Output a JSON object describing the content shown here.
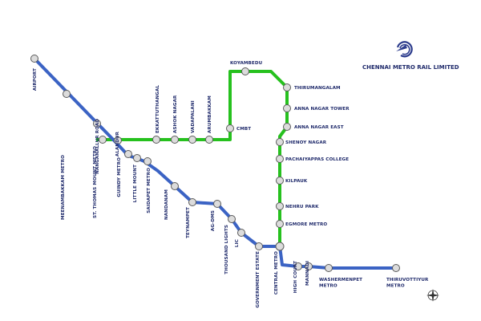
{
  "brand": {
    "title": "CHENNAI METRO RAIL LIMITED",
    "logo": "cmrl-logo",
    "compass": "compass-icon"
  },
  "colors": {
    "blue_line": "#3b63c4",
    "green_line": "#26c11e",
    "station_fill": "#dcdcdc",
    "station_stroke": "#5a5a5a",
    "label": "#1f2a6b",
    "logo": "#2b3b8c"
  },
  "stations": {
    "airport": "AIRPORT",
    "meenambakkam": "MEENAMBAKKAM METRO",
    "nanganallur": "NANGANALLUR ROAD",
    "alandur": "ALANDUR",
    "stmount": "ST. THOMAS MOUNT METRO",
    "guindy": "GUINDY METRO",
    "littlemount": "LITTLE MOUNT",
    "saidapet": "SAIDAPET METRO",
    "nandanam": "NANDANAM",
    "teynampet": "TEYNAMPET",
    "agdms": "AG-DMS",
    "thousandlights": "THOUSAND LIGHTS",
    "lic": "LIC",
    "govtestate": "GOVERNMENT ESTATE",
    "central": "CENTRAL METRO",
    "highcourt": "HIGH COURT",
    "mannadi": "MANNADI",
    "washermenpet": "WASHERMENPET METRO",
    "thiruvottiyur": "THIRUVOTTIYUR METRO",
    "ekkattuthangal": "EKKATTUTHANGAL",
    "ashoknagar": "ASHOK NAGAR",
    "vadapalani": "VADAPALANI",
    "arumbakkam": "ARUMBAKKAM",
    "cmbt": "CMBT",
    "koyambedu": "KOYAMBEDU",
    "thirumangalam": "THIRUMANGALAM",
    "annanagartower": "ANNA NAGAR TOWER",
    "annanagareast": "ANNA NAGAR EAST",
    "shenoynagar": "SHENOY NAGAR",
    "pachaiyappas": "PACHAIYAPPAS COLLEGE",
    "kilpauk": "KILPAUK",
    "nehrupark": "NEHRU PARK",
    "egmore": "EGMORE METRO"
  }
}
